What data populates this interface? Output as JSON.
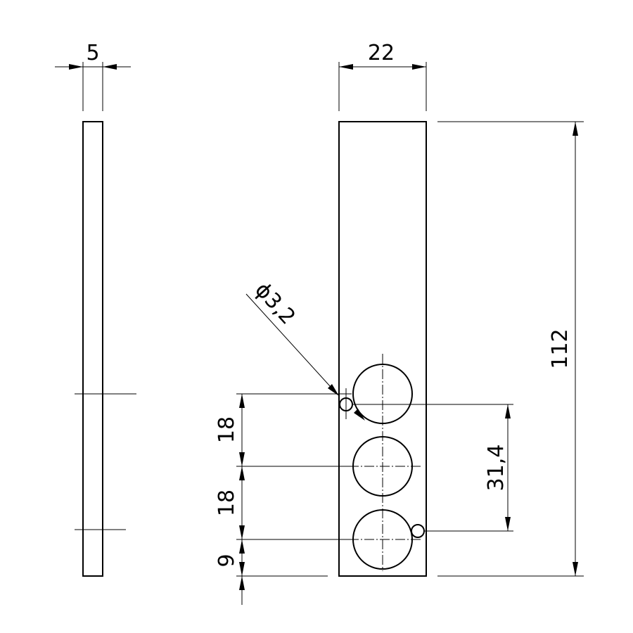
{
  "dimensions": {
    "thickness": "5",
    "width": "22",
    "length": "112",
    "hole_diameter": "ϕ3,2",
    "pitch_upper": "18",
    "pitch_lower": "18",
    "edge_offset": "9",
    "small_hole_spacing": "31,4"
  }
}
